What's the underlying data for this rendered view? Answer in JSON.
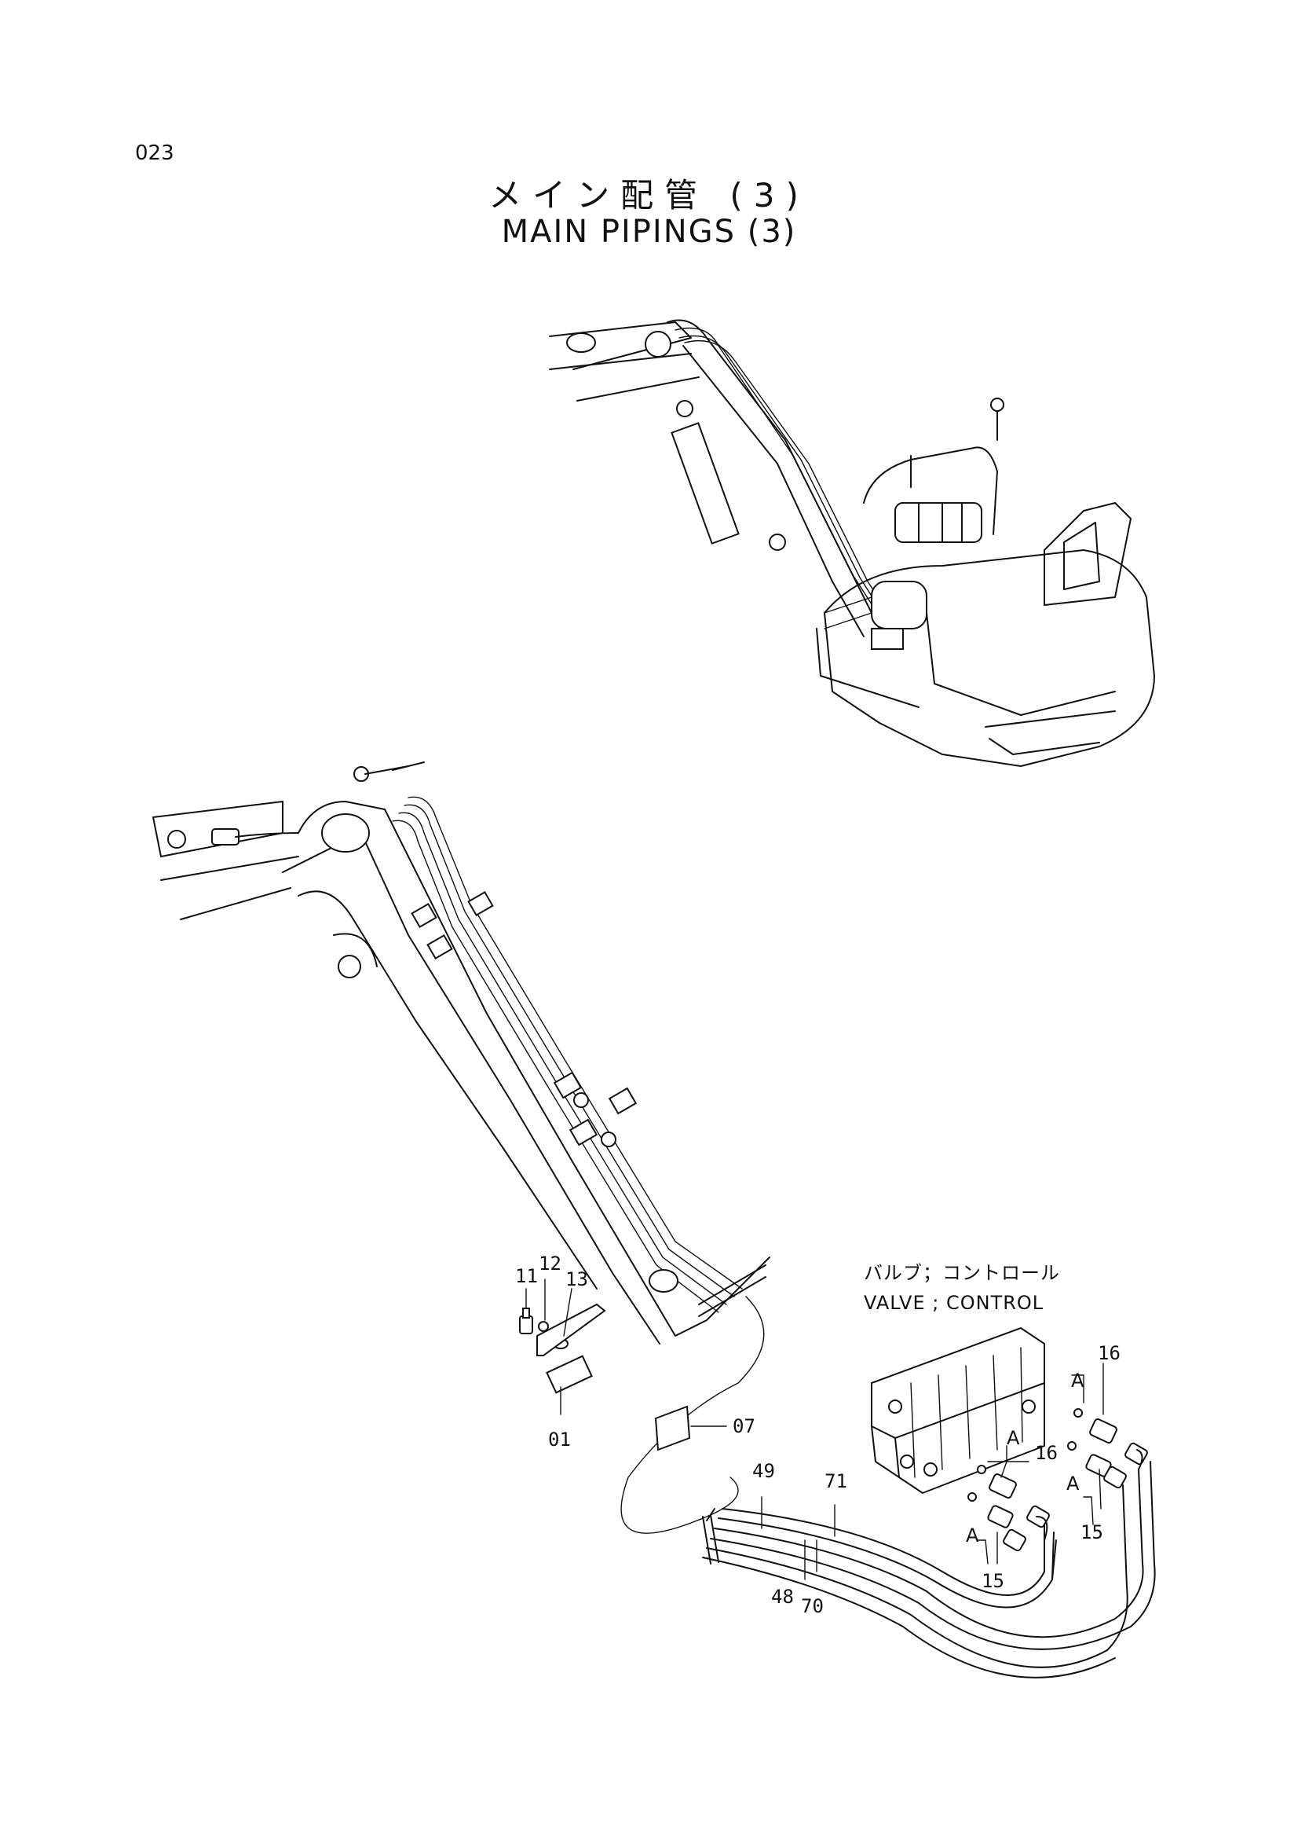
{
  "page_number": "023",
  "title": {
    "japanese": "メイン配管 (3)",
    "english": "MAIN PIPINGS (3)"
  },
  "component_label": {
    "japanese": "バルブ；コントロール",
    "english": "VALVE ; CONTROL"
  },
  "callouts": [
    {
      "id": "01",
      "text": "01"
    },
    {
      "id": "07",
      "text": "07"
    },
    {
      "id": "11",
      "text": "11"
    },
    {
      "id": "12",
      "text": "12"
    },
    {
      "id": "13",
      "text": "13"
    },
    {
      "id": "15a",
      "text": "15"
    },
    {
      "id": "15b",
      "text": "15"
    },
    {
      "id": "16a",
      "text": "16"
    },
    {
      "id": "16b",
      "text": "16"
    },
    {
      "id": "48",
      "text": "48"
    },
    {
      "id": "49",
      "text": "49"
    },
    {
      "id": "70",
      "text": "70"
    },
    {
      "id": "71",
      "text": "71"
    }
  ],
  "markers": [
    {
      "id": "A1",
      "text": "A"
    },
    {
      "id": "A2",
      "text": "A"
    },
    {
      "id": "A3",
      "text": "A"
    },
    {
      "id": "A4",
      "text": "A"
    }
  ]
}
